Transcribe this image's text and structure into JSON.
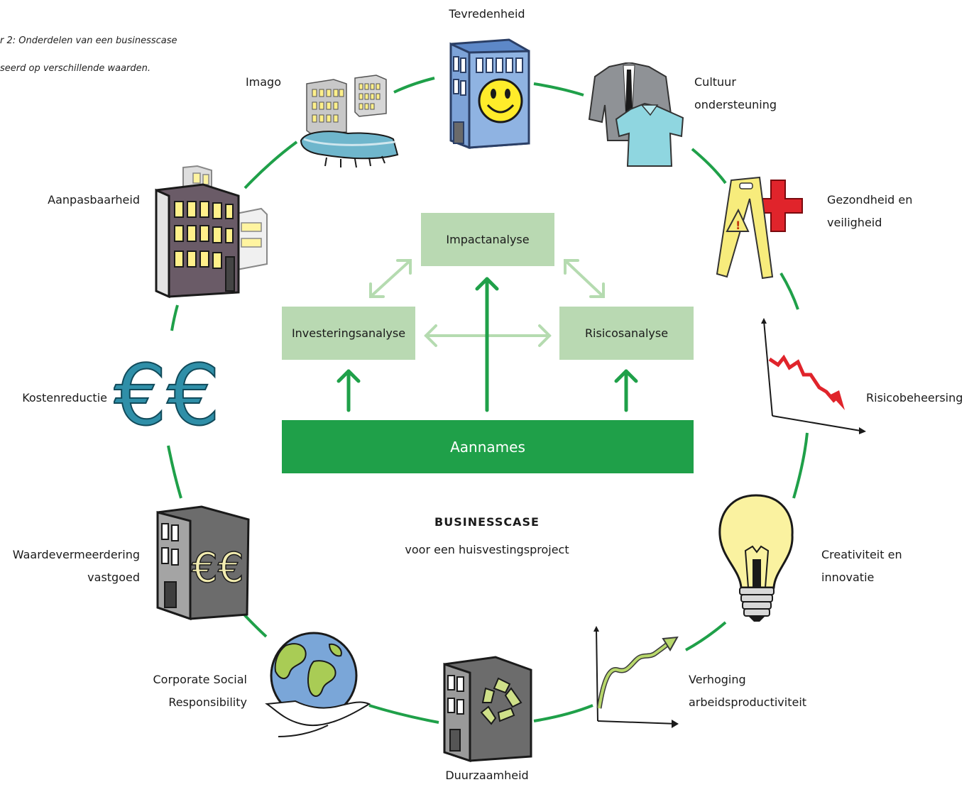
{
  "caption": {
    "line1": "r 2: Onderdelen van een businesscase",
    "line2": "seerd op verschillende waarden."
  },
  "center": {
    "boxes": {
      "impact": "Impactanalyse",
      "investering": "Investeringsanalyse",
      "risico": "Risicosanalyse",
      "aannames": "Aannames"
    },
    "title": "BUSINESSCASE",
    "subtitle": "voor een huisvestingsproject"
  },
  "values": {
    "tevredenheid": "Tevredenheid",
    "cultuur": [
      "Cultuur",
      "ondersteuning"
    ],
    "gezondheid": [
      "Gezondheid en",
      "veiligheid"
    ],
    "risicobeheersing": "Risicobeheersing",
    "creativiteit": [
      "Creativiteit en",
      "innovatie"
    ],
    "productiviteit": [
      "Verhoging",
      "arbeidsproductiviteit"
    ],
    "duurzaamheid": "Duurzaamheid",
    "csr": [
      "Corporate Social",
      "Responsibility"
    ],
    "waardevermeerdering": [
      "Waardevermeerdering",
      "vastgoed"
    ],
    "kostenreductie": "Kostenreductie",
    "aanpasbaarheid": "Aanpasbaarheid",
    "imago": "Imago"
  },
  "icons": {
    "euro_glyph": "€€"
  },
  "colors": {
    "ring": "#1fa049",
    "box": "#b9d9b2",
    "base": "#1fa049",
    "light_arrow": "#b5dbb0"
  }
}
